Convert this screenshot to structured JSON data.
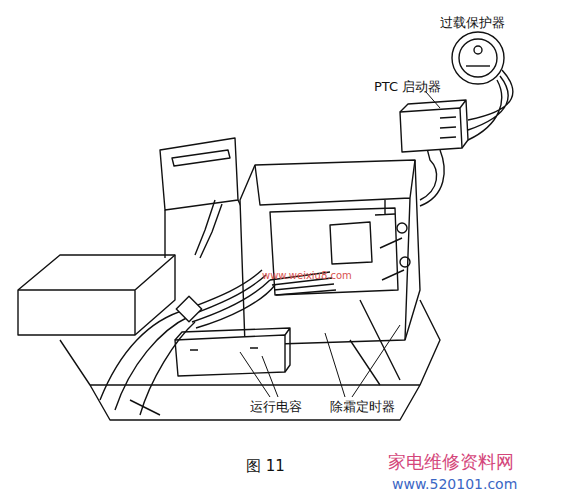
{
  "diagram": {
    "caption": "图 11",
    "labels": [
      "过载保护器",
      "PTC 启动器",
      "运行电容",
      "除霜定时器",
      "www.weixiu8.com",
      "家电维修资料网",
      "www.520101.com"
    ]
  }
}
